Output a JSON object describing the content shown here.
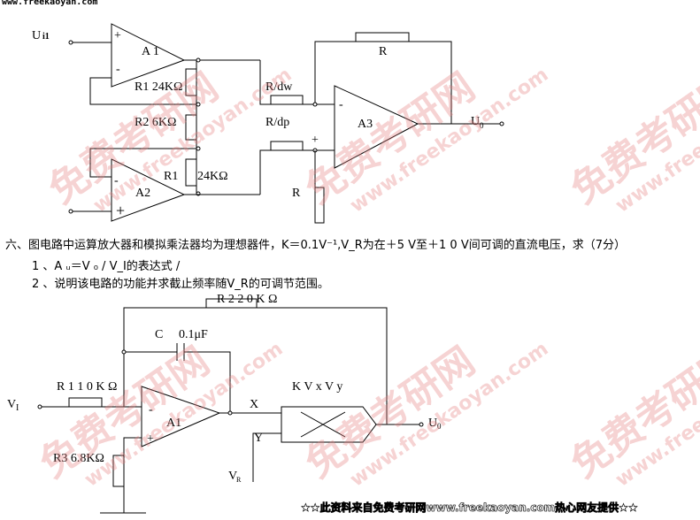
{
  "header": {
    "site": "www.freekaoyan.com"
  },
  "circuit1": {
    "ui1": "U",
    "ui1_sub": "i1",
    "a1": "A 1",
    "a2": "A2",
    "a3": "A3",
    "r1_top": "R1 24KΩ",
    "r2": "R2 6KΩ",
    "r1_bottom": "R1",
    "r1_bottom_val": "24KΩ",
    "r_dw": "R/dw",
    "r_dp": "R/dp",
    "r_fb": "R",
    "r_gnd": "R",
    "u0": "U",
    "u0_sub": "0",
    "plus": "+",
    "minus": "-"
  },
  "question": {
    "line1": "六、图电路中运算放大器和模拟乘法器均为理想器件，K＝0.1V⁻¹,V_R为在＋5 V至＋1 0 V间可调的直流电压，求（7分）",
    "line2": "1 、A ᵤ＝V ₀ / V_I的表达式 /",
    "line3": "2 、说明该电路的功能并求截止频率随V_R的可调节范围。"
  },
  "circuit2": {
    "r2": "R 2   2 0 K Ω",
    "c": "C",
    "c_val": "0.1μF",
    "r1": "R 1   1 0 K Ω",
    "vi": "V",
    "vi_sub": "I",
    "a1": "A1",
    "r3": "R3  6.8KΩ",
    "x": "X",
    "y": "Y",
    "kvxvy": "K V x V y",
    "vr": "V",
    "vr_sub": "R",
    "u0": "U",
    "u0_sub": "0",
    "plus": "+",
    "minus": "-"
  },
  "footer": {
    "credit": "★★此资料来自免费考研网www.freekaoyan.com热心网友提供★★"
  },
  "watermark": {
    "cn": "免费考研网",
    "url": "www.freekaoyan.com"
  }
}
